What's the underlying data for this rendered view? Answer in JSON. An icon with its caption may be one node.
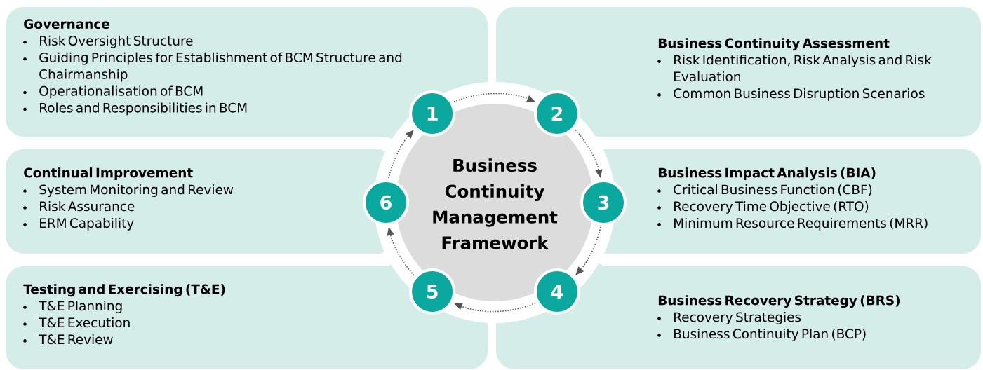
{
  "diagram": {
    "nodes": [
      {
        "text": [
          "Governance",
          "Risk Oversight Structure",
          "Guiding Principles for Establishment of BCM Structure and Chairmanship",
          "Operationalisation of BCM",
          "Roles and Responsibilities in BCM"
        ]
      },
      {
        "text": [
          "Business Continuity Assessment",
          "Risk Identification, Risk Analysis and Risk Evaluation",
          "Common Business Disruption Scenarios"
        ]
      },
      {
        "text": [
          "Continual Improvement",
          "System Monitoring and Review",
          "Risk Assurance",
          "ERM Capability"
        ]
      },
      {
        "text": [
          "Business Impact Analysis (BIA)",
          "Critical Business Function (CBF)",
          "Recovery Time Objective (RTO)",
          "Minimum Resource Requirements (MRR)"
        ]
      },
      {
        "text": [
          "Testing and Exercising (T&E)",
          "T&E Planning",
          "T&E Execution",
          "T&E Review"
        ]
      },
      {
        "text": [
          "Business Recovery Strategy (BRS)",
          "Recovery Strategies",
          "Business Continuity Plan (BCP)"
        ]
      },
      {
        "text": [
          "Business Continuity Management Framework"
        ]
      },
      {
        "text": [
          "1"
        ]
      },
      {
        "text": [
          "2"
        ]
      },
      {
        "text": [
          "3"
        ]
      },
      {
        "text": [
          "4"
        ]
      },
      {
        "text": [
          "5"
        ]
      },
      {
        "text": [
          "6"
        ]
      }
    ],
    "edges": [
      {
        "from": 7,
        "to": 8,
        "arrow": "to"
      },
      {
        "from": 8,
        "to": 9,
        "arrow": "to"
      },
      {
        "from": 9,
        "to": 10,
        "arrow": "to"
      },
      {
        "from": 10,
        "to": 11,
        "arrow": "to"
      },
      {
        "from": 11,
        "to": 12,
        "arrow": "to"
      },
      {
        "from": 12,
        "to": 7,
        "arrow": "to"
      }
    ]
  }
}
